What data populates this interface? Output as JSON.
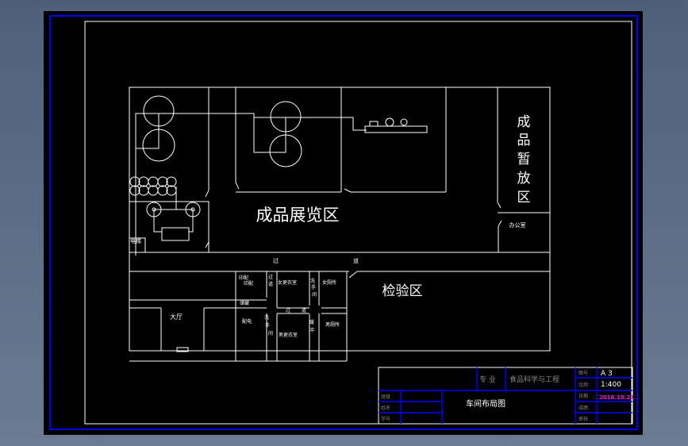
{
  "colors": {
    "frame": "#0000ff",
    "lines": "#ffffff",
    "date": "#ff00ff",
    "muted": "#888888",
    "title_block": "#0000ff"
  },
  "drawing": {
    "zones": {
      "exhibition": "成品展览区",
      "temp_storage": [
        "成",
        "品",
        "暂",
        "放",
        "区"
      ],
      "inspection": "检验区",
      "office": "办公室",
      "elevator": "电梯",
      "corridor": [
        "过",
        "道"
      ],
      "hall": "大厅"
    },
    "rooms": {
      "print_a": "印配",
      "print_b": "印配",
      "aisle_v": [
        "过",
        "道"
      ],
      "womens_changing": "女更衣室",
      "washroom_a": [
        "洗",
        "手",
        "间"
      ],
      "womens_toilet": "女厕所",
      "storage": "储藏",
      "aisle_h": [
        "过",
        "道"
      ],
      "power": "配电",
      "washroom_b": [
        "洗",
        "手",
        "间"
      ],
      "mens_changing": "男更衣室",
      "buffer": [
        "缓",
        "冲"
      ],
      "mens_toilet": "男厕所"
    }
  },
  "title_block": {
    "major_label": "专 业",
    "major_value": "食品科学与工程",
    "sheet_label": "图号",
    "sheet_value": "A 3",
    "scale_label": "比例",
    "scale_value": "1:400",
    "date_label": "日期",
    "date_value": "2016.10.21",
    "grade_label": "成绩",
    "reviewer_label": "审核",
    "class_label": "班级",
    "name_label": "姓名",
    "id_label": "学号",
    "drawing_title": "车间布局图"
  }
}
